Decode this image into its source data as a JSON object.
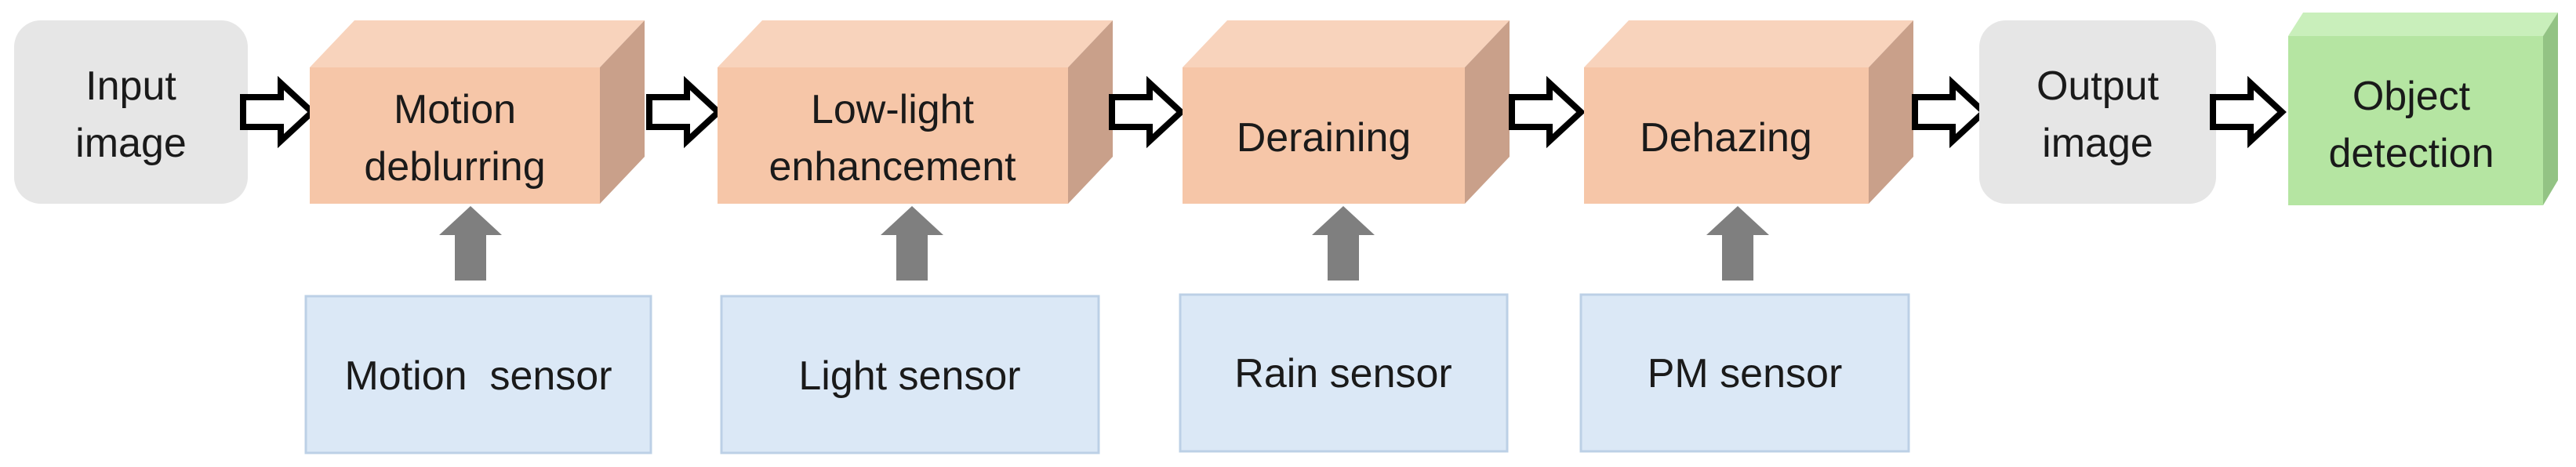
{
  "nodes": {
    "input_image": {
      "lines": [
        "Input",
        "image"
      ]
    },
    "motion_deblurring": {
      "lines": [
        "Motion",
        "deblurring"
      ]
    },
    "lowlight_enhancement": {
      "lines": [
        "Low-light",
        "enhancement"
      ]
    },
    "deraining": {
      "lines": [
        "Deraining"
      ]
    },
    "dehazing": {
      "lines": [
        "Dehazing"
      ]
    },
    "output_image": {
      "lines": [
        "Output",
        "image"
      ]
    },
    "object_detection": {
      "lines": [
        "Object",
        "detection"
      ]
    }
  },
  "sensors": {
    "motion": "Motion  sensor",
    "light": "Light sensor",
    "rain": "Rain sensor",
    "pm": "PM sensor"
  },
  "colors": {
    "io_box": "#e6e6e6",
    "stage_front": "#f6c6a8",
    "stage_top": "#f8d3bc",
    "stage_side": "#c9a08a",
    "sensor_box": "#dbe8f6",
    "sensor_border": "#bcd0e6",
    "detect_front": "#b5e5a2",
    "detect_top": "#c9efbb",
    "detect_side": "#93c384",
    "sensor_arrow": "#7f7f7f",
    "flow_arrow_stroke": "#000000"
  }
}
